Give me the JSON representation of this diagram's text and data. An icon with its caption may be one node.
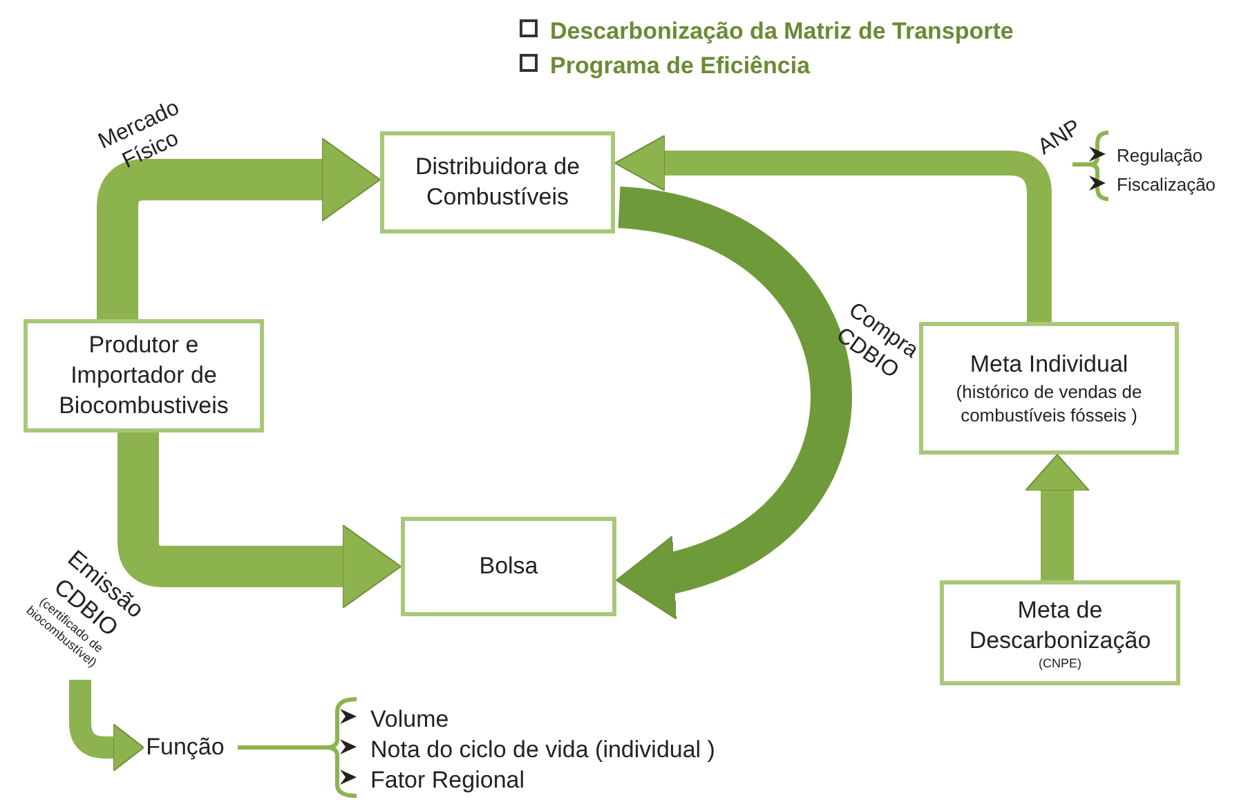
{
  "diagram": {
    "nodes": [
      {
        "text": [
          "Distribuidora de Combustíveis"
        ]
      },
      {
        "text": [
          "Produtor e Importador de Biocombustiveis"
        ]
      },
      {
        "text": [
          "Bolsa"
        ]
      },
      {
        "text": [
          "Meta Individual",
          "(histórico de vendas de combustíveis fósseis )"
        ]
      },
      {
        "text": [
          "Meta de Descarbonização",
          "(CNPE)"
        ]
      },
      {
        "text": [
          "Função"
        ]
      },
      {
        "text": [
          "Emissão CDBIO",
          "(certificado de biocombustível)"
        ]
      }
    ],
    "edges": [
      {
        "from": 1,
        "to": 0,
        "arrow": "to",
        "label": "Mercado Físico"
      },
      {
        "from": 1,
        "to": 2,
        "arrow": "to"
      },
      {
        "from": 0,
        "to": 2,
        "arrow": "to",
        "label": "Compra CDBIO",
        "color": "#6f9a3a"
      },
      {
        "from": 3,
        "to": 0,
        "arrow": "to",
        "label": "ANP"
      },
      {
        "from": 4,
        "to": 3,
        "arrow": "to"
      },
      {
        "from": 6,
        "to": 5,
        "arrow": "to"
      }
    ],
    "labels": [
      "Descarbonização da Matriz de Transporte",
      "Programa de Eficiência",
      "Regulação",
      "Fiscalização",
      "Volume",
      "Nota do ciclo de vida (individual )",
      "Fator Regional"
    ]
  }
}
